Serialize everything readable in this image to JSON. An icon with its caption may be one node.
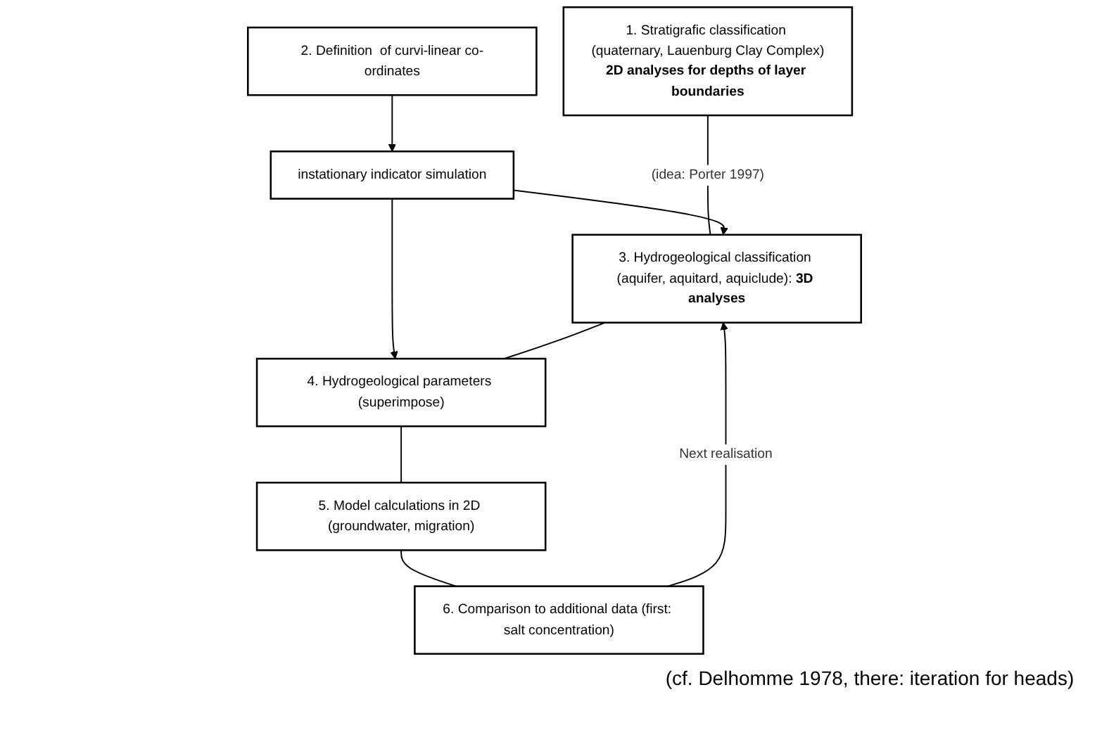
{
  "diagram": {
    "nodes": [
      {
        "text": [
          "1. Stratigrafic classification (quaternary, Lauenburg Clay Complex)",
          "2D analyses for depths of layer boundaries"
        ]
      },
      {
        "text": [
          "2. Definition  of curvi-linear co-ordinates"
        ]
      },
      {
        "text": [
          "instationary indicator simulation"
        ]
      },
      {
        "text": [
          "3. Hydrogeological classification (aquifer, aquitard, aquiclude): **3D analyses**"
        ]
      },
      {
        "text": [
          "4. Hydrogeological parameters (superimpose)"
        ]
      },
      {
        "text": [
          "5. Model calculations in 2D (groundwater, migration)"
        ]
      },
      {
        "text": [
          "6. Comparison to additional data (first: salt concentration)"
        ]
      }
    ],
    "edges": [
      {
        "from": 0,
        "to": 3,
        "arrow": "none",
        "label": "(idea: Porter 1997)"
      },
      {
        "from": 1,
        "to": 2,
        "arrow": "to"
      },
      {
        "from": 2,
        "to": 3,
        "arrow": "to"
      },
      {
        "from": 2,
        "to": 4,
        "arrow": "to"
      },
      {
        "from": 3,
        "to": 4,
        "arrow": "none"
      },
      {
        "from": 4,
        "to": 5,
        "arrow": "none"
      },
      {
        "from": 5,
        "to": 6,
        "arrow": "none"
      },
      {
        "from": 6,
        "to": 3,
        "arrow": "to",
        "label": "Next realisation"
      }
    ],
    "labels": [
      "(cf. Delhomme 1978, there: iteration for heads)"
    ]
  }
}
